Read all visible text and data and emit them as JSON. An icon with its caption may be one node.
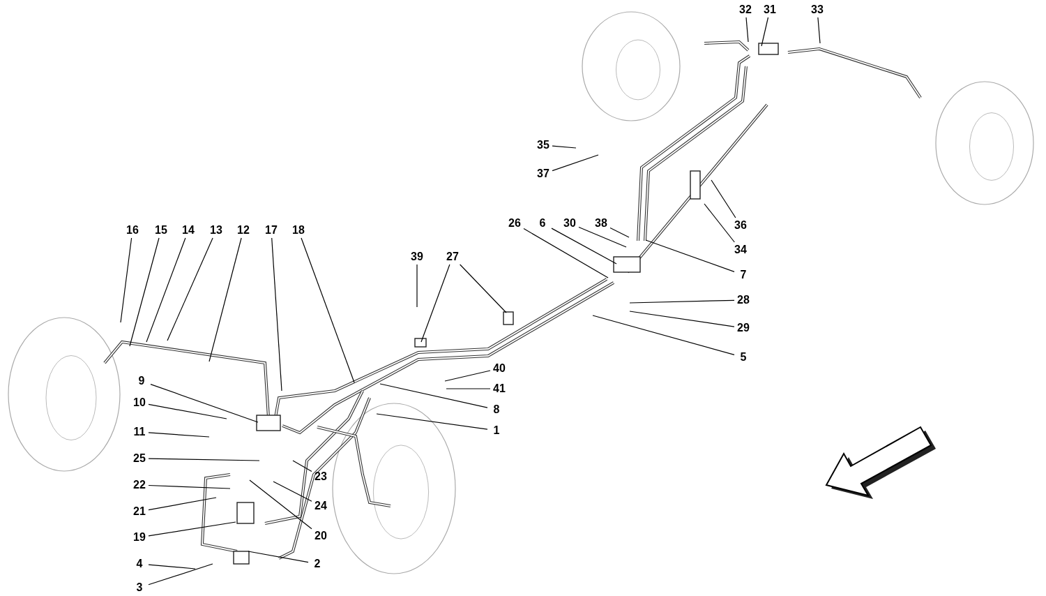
{
  "diagram": {
    "nodes": [
      {
        "text": [
          "32"
        ]
      },
      {
        "text": [
          "31"
        ]
      },
      {
        "text": [
          "33"
        ]
      },
      {
        "text": [
          "35"
        ]
      },
      {
        "text": [
          "37"
        ]
      },
      {
        "text": [
          "26"
        ]
      },
      {
        "text": [
          "6"
        ]
      },
      {
        "text": [
          "30"
        ]
      },
      {
        "text": [
          "38"
        ]
      },
      {
        "text": [
          "16"
        ]
      },
      {
        "text": [
          "15"
        ]
      },
      {
        "text": [
          "14"
        ]
      },
      {
        "text": [
          "13"
        ]
      },
      {
        "text": [
          "12"
        ]
      },
      {
        "text": [
          "17"
        ]
      },
      {
        "text": [
          "18"
        ]
      },
      {
        "text": [
          "36"
        ]
      },
      {
        "text": [
          "34"
        ]
      },
      {
        "text": [
          "39"
        ]
      },
      {
        "text": [
          "27"
        ]
      },
      {
        "text": [
          "7"
        ]
      },
      {
        "text": [
          "28"
        ]
      },
      {
        "text": [
          "29"
        ]
      },
      {
        "text": [
          "5"
        ]
      },
      {
        "text": [
          "40"
        ]
      },
      {
        "text": [
          "41"
        ]
      },
      {
        "text": [
          "9"
        ]
      },
      {
        "text": [
          "8"
        ]
      },
      {
        "text": [
          "10"
        ]
      },
      {
        "text": [
          "1"
        ]
      },
      {
        "text": [
          "11"
        ]
      },
      {
        "text": [
          "25"
        ]
      },
      {
        "text": [
          "23"
        ]
      },
      {
        "text": [
          "22"
        ]
      },
      {
        "text": [
          "24"
        ]
      },
      {
        "text": [
          "21"
        ]
      },
      {
        "text": [
          "20"
        ]
      },
      {
        "text": [
          "19"
        ]
      },
      {
        "text": [
          "4"
        ]
      },
      {
        "text": [
          "2"
        ]
      },
      {
        "text": [
          "3"
        ]
      }
    ],
    "edges": [
      {
        "from": 0,
        "to": null,
        "arrow": "none"
      },
      {
        "from": 1,
        "to": null,
        "arrow": "none"
      },
      {
        "from": 2,
        "to": null,
        "arrow": "none"
      },
      {
        "from": 3,
        "to": null,
        "arrow": "none"
      },
      {
        "from": 4,
        "to": null,
        "arrow": "none"
      },
      {
        "from": 5,
        "to": null,
        "arrow": "none"
      },
      {
        "from": 6,
        "to": null,
        "arrow": "none"
      },
      {
        "from": 7,
        "to": null,
        "arrow": "none"
      },
      {
        "from": 8,
        "to": null,
        "arrow": "none"
      },
      {
        "from": 9,
        "to": null,
        "arrow": "none"
      },
      {
        "from": 10,
        "to": null,
        "arrow": "none"
      },
      {
        "from": 11,
        "to": null,
        "arrow": "none"
      },
      {
        "from": 12,
        "to": null,
        "arrow": "none"
      },
      {
        "from": 13,
        "to": null,
        "arrow": "none"
      },
      {
        "from": 14,
        "to": null,
        "arrow": "none"
      },
      {
        "from": 15,
        "to": null,
        "arrow": "none"
      },
      {
        "from": 16,
        "to": null,
        "arrow": "none"
      },
      {
        "from": 17,
        "to": null,
        "arrow": "none"
      },
      {
        "from": 18,
        "to": null,
        "arrow": "none"
      },
      {
        "from": 19,
        "to": null,
        "arrow": "none"
      },
      {
        "from": 19,
        "to": null,
        "arrow": "none"
      },
      {
        "from": 20,
        "to": null,
        "arrow": "none"
      },
      {
        "from": 21,
        "to": null,
        "arrow": "none"
      },
      {
        "from": 22,
        "to": null,
        "arrow": "none"
      },
      {
        "from": 23,
        "to": null,
        "arrow": "none"
      },
      {
        "from": 24,
        "to": null,
        "arrow": "none"
      },
      {
        "from": 25,
        "to": null,
        "arrow": "none"
      },
      {
        "from": 26,
        "to": null,
        "arrow": "none"
      },
      {
        "from": 27,
        "to": null,
        "arrow": "none"
      },
      {
        "from": 28,
        "to": null,
        "arrow": "none"
      },
      {
        "from": 29,
        "to": null,
        "arrow": "none"
      },
      {
        "from": 30,
        "to": null,
        "arrow": "none"
      },
      {
        "from": 31,
        "to": null,
        "arrow": "none"
      },
      {
        "from": 32,
        "to": null,
        "arrow": "none"
      },
      {
        "from": 33,
        "to": null,
        "arrow": "none"
      },
      {
        "from": 34,
        "to": null,
        "arrow": "none"
      },
      {
        "from": 35,
        "to": null,
        "arrow": "none"
      },
      {
        "from": 36,
        "to": null,
        "arrow": "none"
      },
      {
        "from": 37,
        "to": null,
        "arrow": "none"
      },
      {
        "from": 38,
        "to": null,
        "arrow": "none"
      },
      {
        "from": 39,
        "to": null,
        "arrow": "none"
      },
      {
        "from": 40,
        "to": null,
        "arrow": "none"
      }
    ]
  }
}
